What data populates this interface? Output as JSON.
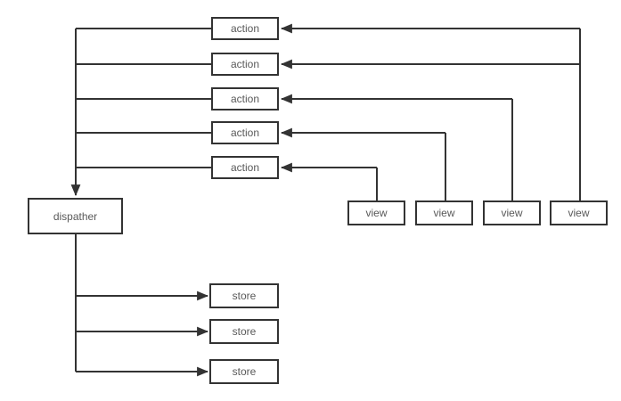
{
  "diagram": {
    "type": "flowchart",
    "background": "#ffffff",
    "line_color": "#333333",
    "box_border_color": "#333333",
    "box_fill_color": "#ffffff",
    "label_color": "#595959"
  },
  "nodes": {
    "actions": [
      "action",
      "action",
      "action",
      "action",
      "action"
    ],
    "views": [
      "view",
      "view",
      "view",
      "view"
    ],
    "dispatcher": "dispather",
    "stores": [
      "store",
      "store",
      "store"
    ]
  },
  "edges": [
    {
      "from": "view-4",
      "to": "action-1"
    },
    {
      "from": "view-4",
      "to": "action-2"
    },
    {
      "from": "view-3",
      "to": "action-3"
    },
    {
      "from": "view-2",
      "to": "action-4"
    },
    {
      "from": "view-1",
      "to": "action-5"
    },
    {
      "from": "action-1",
      "to": "dispatcher"
    },
    {
      "from": "action-2",
      "to": "dispatcher"
    },
    {
      "from": "action-3",
      "to": "dispatcher"
    },
    {
      "from": "action-4",
      "to": "dispatcher"
    },
    {
      "from": "action-5",
      "to": "dispatcher"
    },
    {
      "from": "dispatcher",
      "to": "store-1"
    },
    {
      "from": "dispatcher",
      "to": "store-2"
    },
    {
      "from": "dispatcher",
      "to": "store-3"
    }
  ]
}
